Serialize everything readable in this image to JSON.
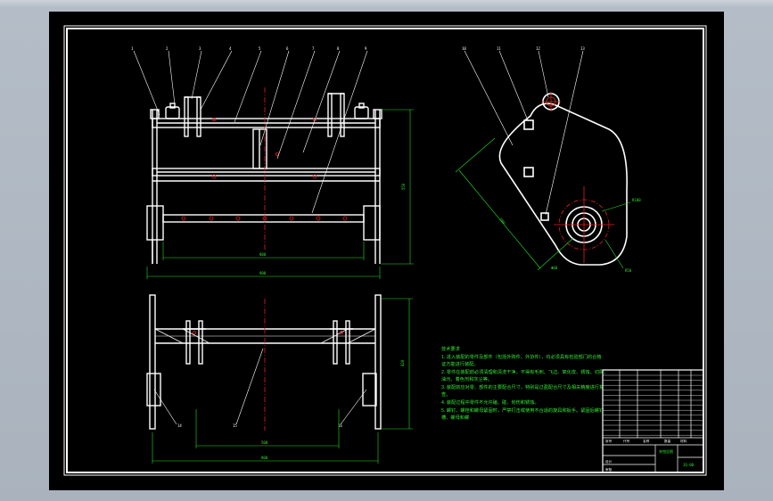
{
  "notes": {
    "title": "技术要求",
    "lines": [
      "1. 进入装配的零件及部件（包括外购件、外协件），均必须具有检验部门的合格",
      "证方能进行装配。",
      "2. 零件在装配前必须清理和清洗干净，不得有毛刺、飞边、氧化皮、锈蚀、切屑、",
      "油污、着色剂和灰尘等。",
      "3. 装配前应对零、部件的主要配合尺寸，特别是过盈配合尺寸及相关精度进行复",
      "查。",
      "4. 装配过程中零件不允许磕、碰、划伤和锈蚀。",
      "5. 螺钉、螺栓和螺母紧固时，严禁打击或使用不合适的旋具和扳手。紧固后螺钉",
      "槽、螺母和螺"
    ]
  },
  "title_block": {
    "drawing_title": "夹钳总图",
    "code": "JQ-00"
  },
  "colors": {
    "background": "#000000",
    "outline": "#ffffff",
    "dimension": "#22dd22",
    "centerline": "#e02020",
    "frame": "#ffffff"
  }
}
